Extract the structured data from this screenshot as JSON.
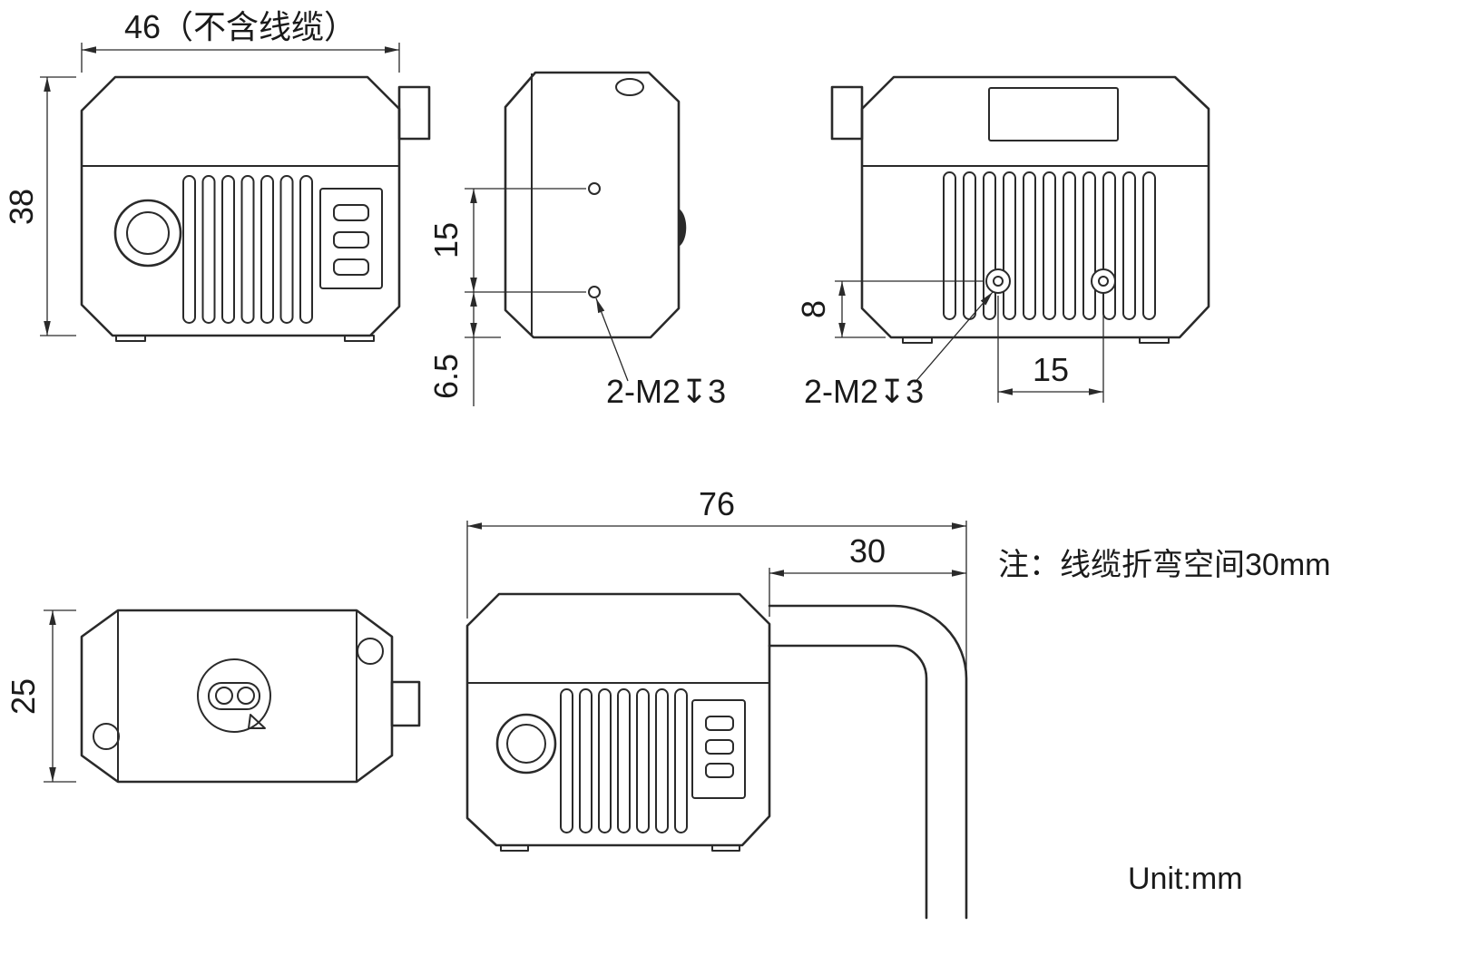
{
  "drawing": {
    "note": "注：线缆折弯空间30mm",
    "unit": "Unit:mm"
  },
  "dims": {
    "front_width": "46（不含线缆）",
    "front_height": "38",
    "side_hole_spacing": "15",
    "side_hole_bottom": "6.5",
    "side_thread": "2-M2↧3",
    "rear_hole_height": "8",
    "rear_thread": "2-M2↧3",
    "rear_hole_spacing": "15",
    "top_depth": "25",
    "cable_total": "76",
    "cable_bend": "30"
  }
}
